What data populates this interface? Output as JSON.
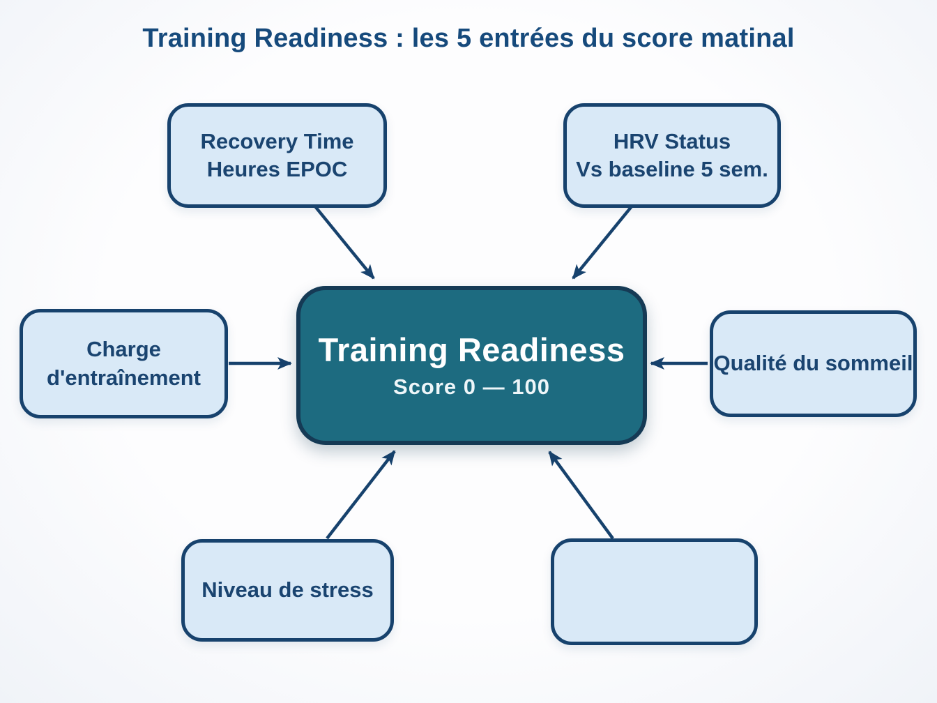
{
  "title": "Training Readiness : les 5 entrées du score matinal",
  "center": {
    "title": "Training Readiness",
    "subtitle": "Score 0 — 100"
  },
  "nodes": [
    {
      "id": "recovery-time",
      "label": "Recovery Time\nHeures EPOC",
      "position": "top-left"
    },
    {
      "id": "hrv-status",
      "label": "HRV Status\nVs baseline 5 sem.",
      "position": "top-right"
    },
    {
      "id": "training-load",
      "label": "Charge\nd'entraînement",
      "position": "middle-left"
    },
    {
      "id": "sleep-quality",
      "label": "Qualité du sommeil",
      "position": "middle-right"
    },
    {
      "id": "stress-level",
      "label": "Niveau de stress",
      "position": "bottom-left"
    },
    {
      "id": "empty-input",
      "label": "",
      "position": "bottom-right"
    }
  ],
  "colors": {
    "background": "#f7fafd",
    "node_fill": "#d9e9f7",
    "node_border": "#17426d",
    "node_text": "#1a4470",
    "center_fill": "#1d6b80",
    "center_border": "#153a55",
    "center_text": "#ffffff",
    "title_text": "#164a7c",
    "arrow": "#17426d"
  }
}
